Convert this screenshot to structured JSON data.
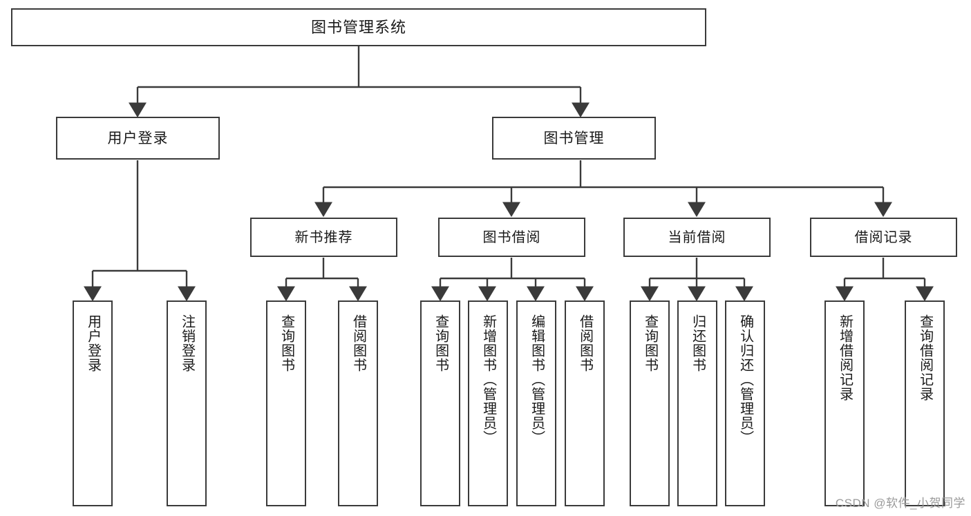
{
  "diagram": {
    "title": "图书管理系统",
    "watermark": "CSDN @软件_小贺同学",
    "stroke_color": "#3a3a3a",
    "text_color": "#1a1a1a",
    "background_color": "#ffffff",
    "watermark_color": "#9a9a9a"
  },
  "nodes": {
    "root": {
      "label": "图书管理系统"
    },
    "level1": [
      {
        "id": "user-login",
        "label": "用户登录"
      },
      {
        "id": "book-manage",
        "label": "图书管理"
      }
    ],
    "level2": [
      {
        "id": "new-book-recommend",
        "label": "新书推荐"
      },
      {
        "id": "book-borrow",
        "label": "图书借阅"
      },
      {
        "id": "current-borrow",
        "label": "当前借阅"
      },
      {
        "id": "borrow-record",
        "label": "借阅记录"
      }
    ],
    "leaves": [
      {
        "id": "leaf-user-login",
        "label": "用户登录",
        "parent": "user-login"
      },
      {
        "id": "leaf-logout",
        "label": "注销登录",
        "parent": "user-login"
      },
      {
        "id": "leaf-query-book-1",
        "label": "查询图书",
        "parent": "new-book-recommend"
      },
      {
        "id": "leaf-borrow-book-1",
        "label": "借阅图书",
        "parent": "new-book-recommend"
      },
      {
        "id": "leaf-query-book-2",
        "label": "查询图书",
        "parent": "book-borrow"
      },
      {
        "id": "leaf-add-book",
        "label": "新增图书（管理员）",
        "parent": "book-borrow"
      },
      {
        "id": "leaf-edit-book",
        "label": "编辑图书（管理员）",
        "parent": "book-borrow"
      },
      {
        "id": "leaf-borrow-book-2",
        "label": "借阅图书",
        "parent": "book-borrow"
      },
      {
        "id": "leaf-query-book-3",
        "label": "查询图书",
        "parent": "current-borrow"
      },
      {
        "id": "leaf-return-book",
        "label": "归还图书",
        "parent": "current-borrow"
      },
      {
        "id": "leaf-confirm-return",
        "label": "确认归还（管理员）",
        "parent": "current-borrow"
      },
      {
        "id": "leaf-add-record",
        "label": "新增借阅记录",
        "parent": "borrow-record"
      },
      {
        "id": "leaf-query-record",
        "label": "查询借阅记录",
        "parent": "borrow-record"
      }
    ]
  }
}
